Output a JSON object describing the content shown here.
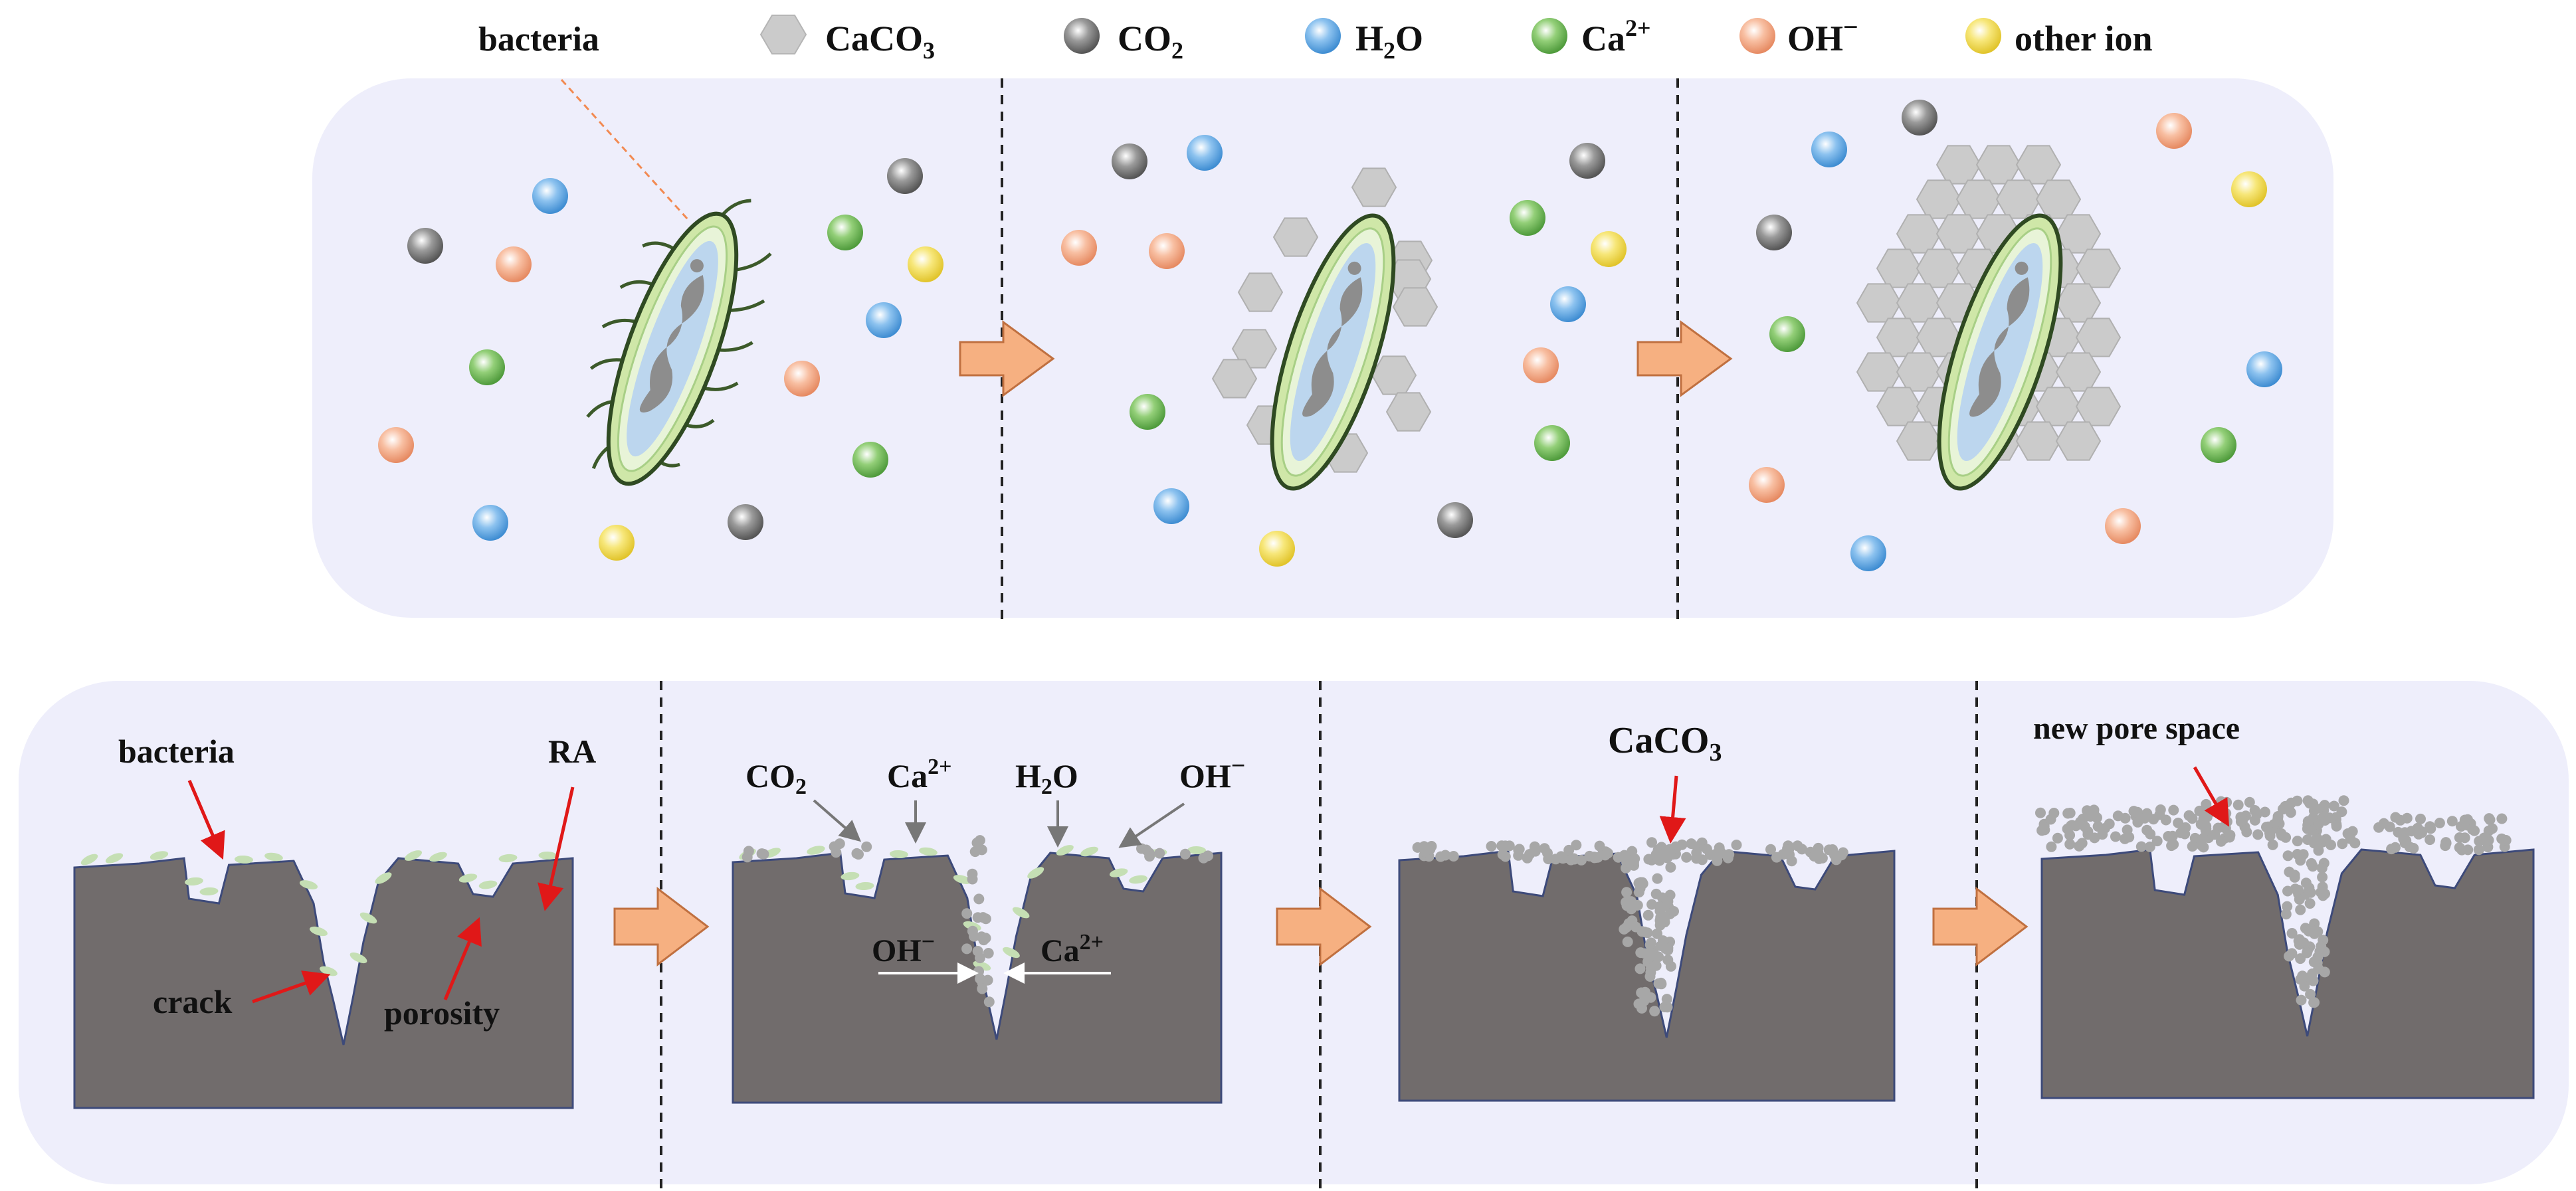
{
  "colors": {
    "panel_fill": "#eeeefb",
    "substrate": "#716c6c",
    "substrate_edge": "#3d4a7a",
    "bacteria_film": "#c5dfb4",
    "arrow_fill": "#f6b081",
    "arrow_stroke": "#c07040",
    "pointer_red": "#e01818",
    "pointer_gray": "#777777",
    "pointer_white": "#ffffff",
    "caco3_hex": "#c9c9c9",
    "deposit_dot": "#a7a7a7",
    "cell_outer": "#d6ecb0",
    "cell_inner": "#bfd9ee",
    "cell_nucleus": "#9a9a9a",
    "flagella": "#3c5a2a",
    "bacteria_pointer": "#f28a52"
  },
  "legend": [
    {
      "id": "caco3",
      "label": "CaCO",
      "sub": "3",
      "sup": "",
      "icon": "hexagon-icon",
      "color": "#c9c9c9"
    },
    {
      "id": "co2",
      "label": "CO",
      "sub": "2",
      "sup": "",
      "icon": "sphere-icon",
      "color": "#8a8a8a"
    },
    {
      "id": "h2o",
      "label": "H",
      "sub": "2",
      "tail": "O",
      "sup": "",
      "icon": "sphere-icon",
      "color": "#6fb0e6"
    },
    {
      "id": "ca",
      "label": "Ca",
      "sub": "",
      "sup": "2+",
      "icon": "sphere-icon",
      "color": "#7fc46a"
    },
    {
      "id": "oh",
      "label": "OH",
      "sub": "",
      "sup": "−",
      "icon": "sphere-icon",
      "color": "#f5ad8c"
    },
    {
      "id": "other",
      "label": "other ion",
      "sub": "",
      "sup": "",
      "icon": "sphere-icon",
      "color": "#f5e15f"
    }
  ],
  "top_labels": {
    "bacteria": "bacteria"
  },
  "bottom_labels": {
    "p1_bacteria": "bacteria",
    "p1_ra": "RA",
    "p1_crack": "crack",
    "p1_porosity": "porosity",
    "p2_co2": "CO",
    "p2_co2_sub": "2",
    "p2_ca": "Ca",
    "p2_ca_sup": "2+",
    "p2_h2o_h": "H",
    "p2_h2o_sub": "2",
    "p2_h2o_o": "O",
    "p2_oh": "OH",
    "p2_oh_sup": "−",
    "p2_oh_inner": "OH",
    "p2_oh_inner_sup": "−",
    "p2_ca_inner": "Ca",
    "p2_ca_inner_sup": "2+",
    "p3_caco3": "CaCO",
    "p3_caco3_sub": "3",
    "p4_new_pore": "new pore space"
  }
}
